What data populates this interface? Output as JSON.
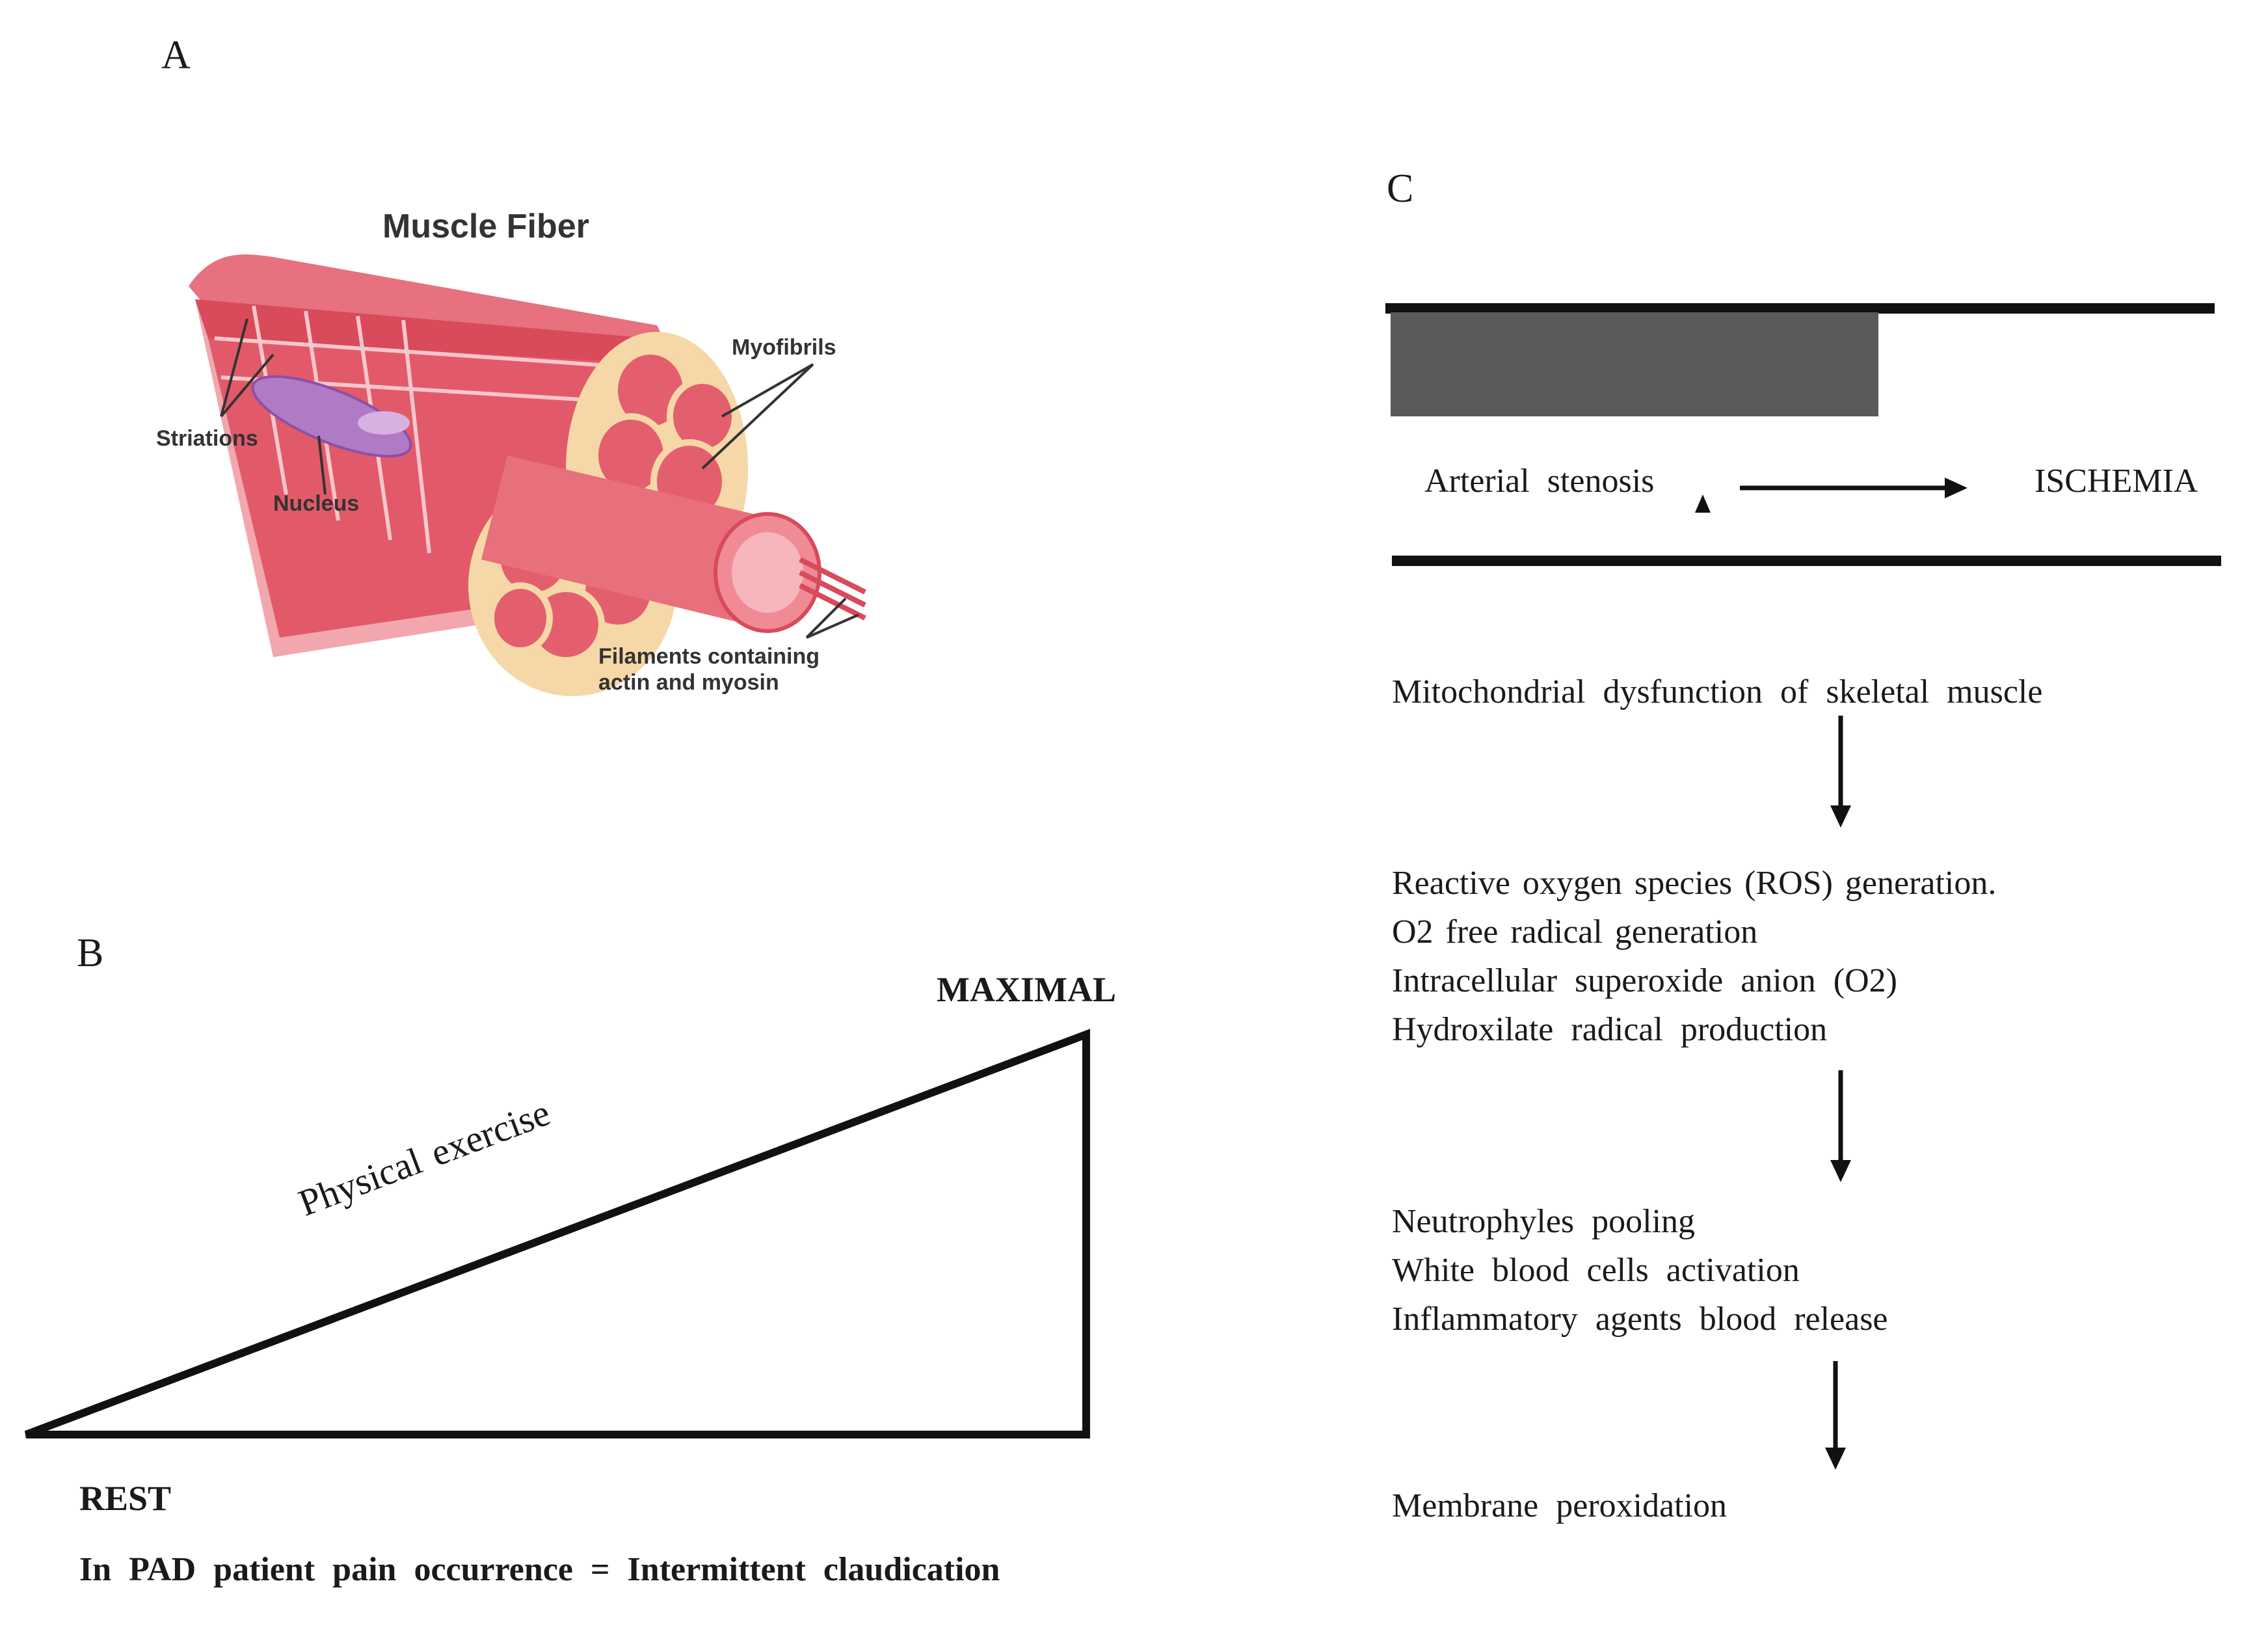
{
  "panel_a": {
    "letter": "A",
    "title": "Muscle Fiber",
    "labels": {
      "myofibrils": "Myofibrils",
      "striations": "Striations",
      "nucleus": "Nucleus",
      "filaments_line1": "Filaments containing",
      "filaments_line2": "actin and myosin"
    },
    "colors": {
      "muscle": "#d94a5a",
      "muscle_light": "#f2a7ae",
      "sheath": "#f6d7a7",
      "nucleus": "#b07ac4"
    }
  },
  "panel_b": {
    "letter": "B",
    "top_label": "MAXIMAL",
    "slope_label": "Physical exercise",
    "bottom_label": "REST",
    "caption": "In PAD patient pain occurrence = Intermittent claudication"
  },
  "panel_c": {
    "letter": "C",
    "stenosis_label": "Arterial stenosis",
    "ischemia_label": "ISCHEMIA",
    "steps": [
      {
        "lines": [
          "Mitochondrial dysfunction of skeletal muscle"
        ]
      },
      {
        "lines": [
          "Reactive oxygen species (ROS) generation.",
          "O2 free radical generation",
          "Intracellular superoxide anion (O2)",
          "Hydroxilate radical production"
        ]
      },
      {
        "lines": [
          "Neutrophyles pooling",
          "White blood cells activation",
          "Inflammatory agents blood release"
        ]
      },
      {
        "lines": [
          "Membrane peroxidation"
        ]
      }
    ],
    "colors": {
      "plaque": "#5a5a5a",
      "line": "#111111"
    }
  }
}
